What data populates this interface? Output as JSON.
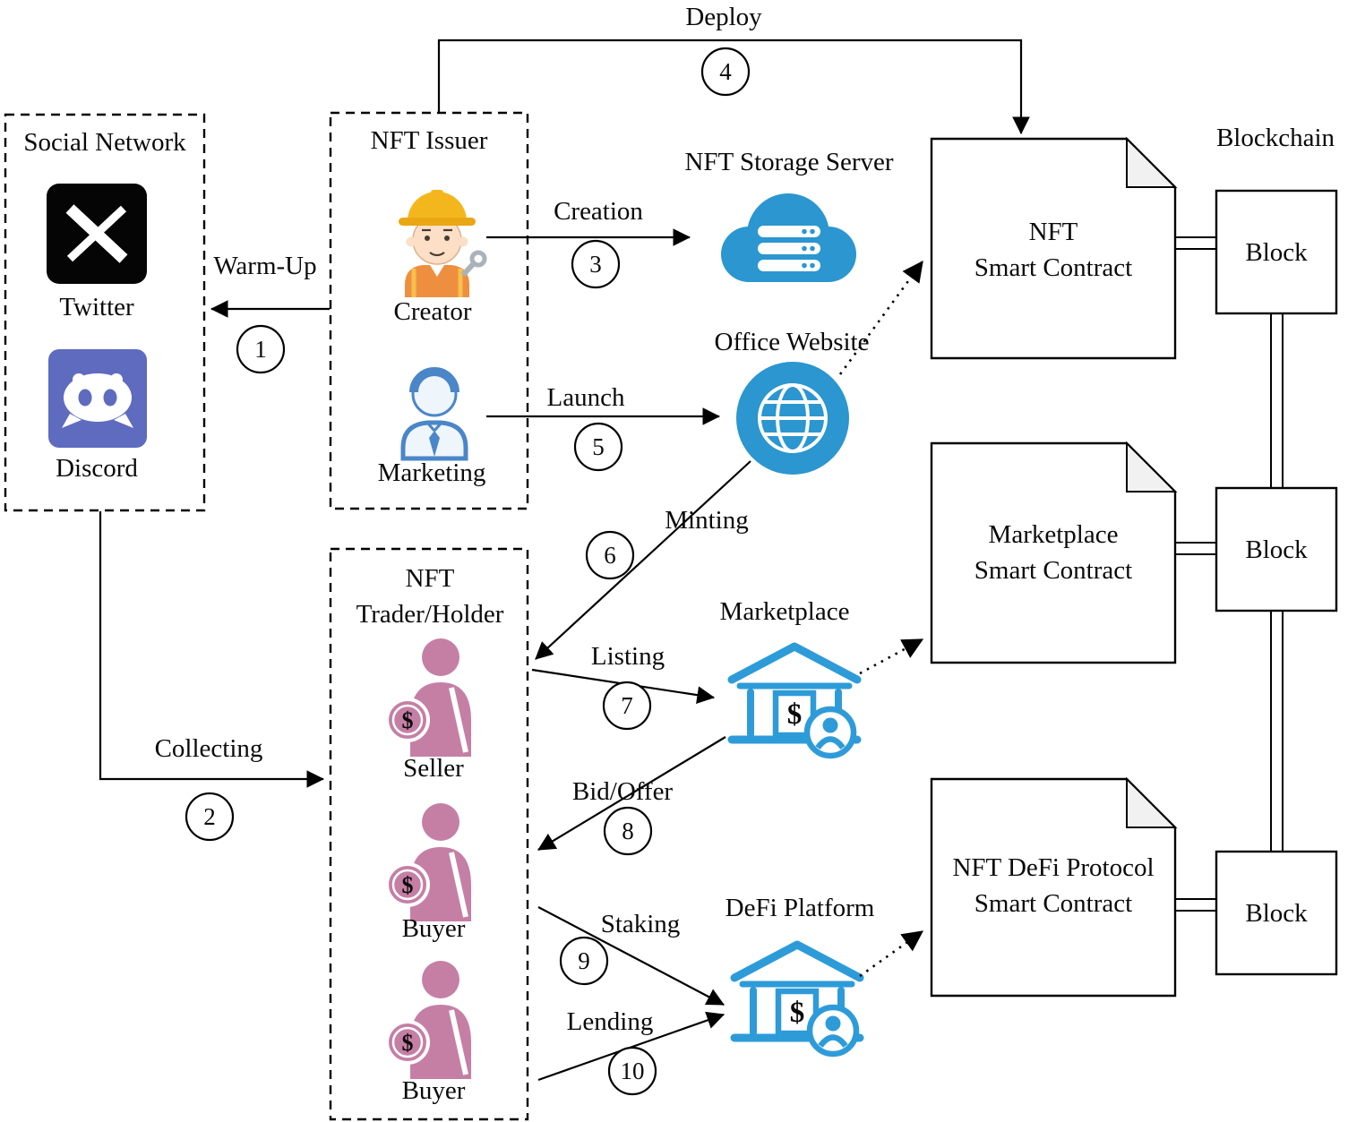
{
  "colors": {
    "icon_blue": "#2b96cf",
    "bank_blue": "#2e9bd9",
    "person_pink": "#c57fa5",
    "discord_purple": "#5e6bbf",
    "twitter_black": "#050505",
    "hat_yellow": "#f3b71d",
    "vest_orange": "#ee8f3f",
    "marketing_blue": "#4a86c8",
    "line_black": "#000000"
  },
  "icons": {
    "dollar": "$"
  },
  "boxes": {
    "social": {
      "title": "Social Network",
      "twitter": "Twitter",
      "discord": "Discord"
    },
    "issuer": {
      "title": "NFT Issuer",
      "creator": "Creator",
      "marketing": "Marketing"
    },
    "trader": {
      "title_line1": "NFT",
      "title_line2": "Trader/Holder",
      "seller": "Seller",
      "buyer1": "Buyer",
      "buyer2": "Buyer"
    }
  },
  "nodes": {
    "storage_server": "NFT Storage Server",
    "office_website": "Office Website",
    "marketplace": "Marketplace",
    "defi_platform": "DeFi Platform",
    "blockchain": "Blockchain",
    "block1": "Block",
    "block2": "Block",
    "block3": "Block",
    "nft_contract": {
      "line1": "NFT",
      "line2": "Smart Contract"
    },
    "marketplace_contract": {
      "line1": "Marketplace",
      "line2": "Smart Contract"
    },
    "defi_contract": {
      "line1": "NFT DeFi Protocol",
      "line2": "Smart Contract"
    }
  },
  "edges": {
    "warmup": {
      "label": "Warm-Up",
      "num": "1"
    },
    "collecting": {
      "label": "Collecting",
      "num": "2"
    },
    "creation": {
      "label": "Creation",
      "num": "3"
    },
    "deploy": {
      "label": "Deploy",
      "num": "4"
    },
    "launch": {
      "label": "Launch",
      "num": "5"
    },
    "minting": {
      "label": "Minting",
      "num": "6"
    },
    "listing": {
      "label": "Listing",
      "num": "7"
    },
    "bid_offer": {
      "label": "Bid/Offer",
      "num": "8"
    },
    "staking": {
      "label": "Staking",
      "num": "9"
    },
    "lending": {
      "label": "Lending",
      "num": "10"
    }
  }
}
